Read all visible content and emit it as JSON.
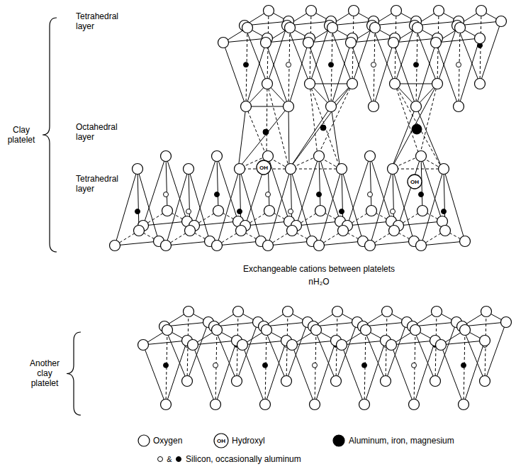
{
  "diagram": {
    "labels": [
      "Tetrahedral layer",
      "Clay platelet",
      "Octahedral layer",
      "Tetrahedral layer",
      "Exchangeable cations between platelets",
      "nH₂O",
      "Another clay platelet",
      "OH",
      "OH",
      "OH",
      "&"
    ],
    "legend": [
      {
        "text": "Oxygen"
      },
      {
        "text": "Hydroxyl"
      },
      {
        "text": "Aluminum, iron, magnesium"
      },
      {
        "text": "Silicon, occasionally aluminum"
      }
    ]
  }
}
